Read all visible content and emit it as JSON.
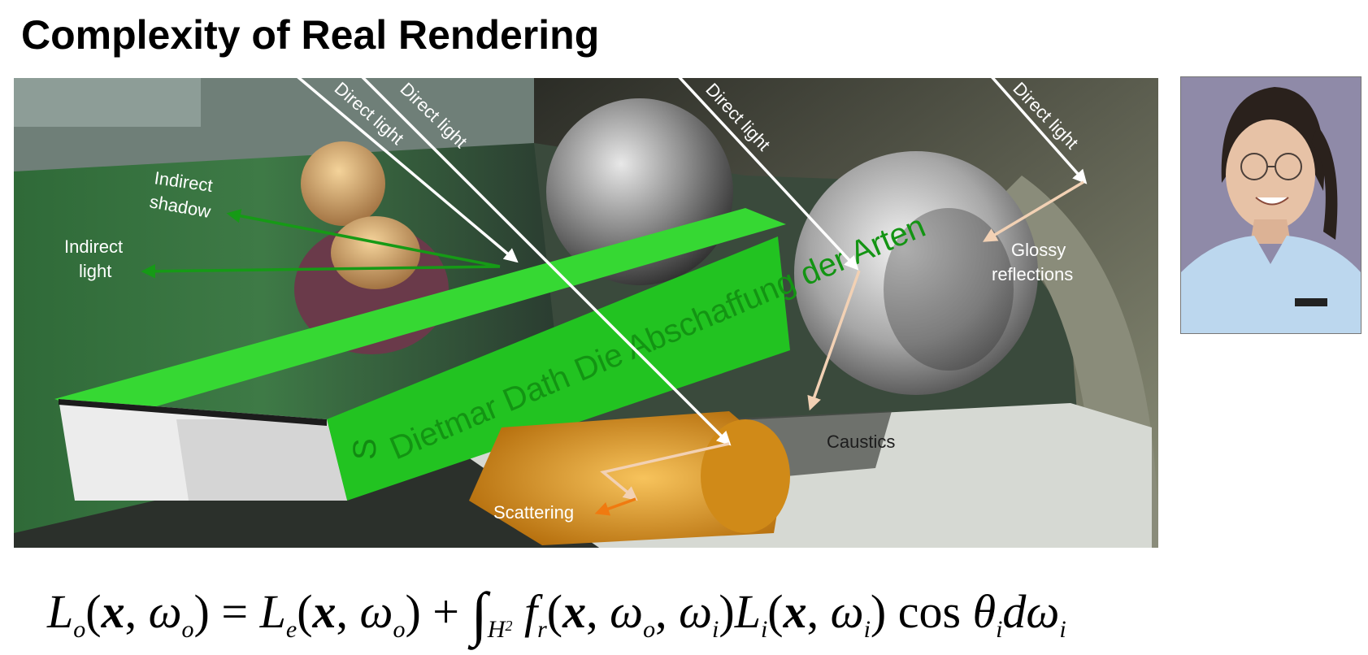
{
  "slide": {
    "title": "Complexity of Real Rendering"
  },
  "photo": {
    "labels": {
      "direct_light_1": "Direct light",
      "direct_light_2": "Direct light",
      "direct_light_3": "Direct light",
      "direct_light_4": "Direct light",
      "indirect_shadow_line1": "Indirect",
      "indirect_shadow_line2": "shadow",
      "indirect_light_line1": "Indirect",
      "indirect_light_line2": "light",
      "glossy_line1": "Glossy",
      "glossy_line2": "reflections",
      "caustics": "Caustics",
      "scattering": "Scattering"
    },
    "book_spine_text": "Dietmar Dath  Die Abschaffung der Arten",
    "book_spine_mark": "S"
  },
  "equation": {
    "lhs": "L_o(x, ω_o)",
    "rhs_emitted": "L_e(x, ω_o)",
    "rhs_integral": "∫_{H²} f_r(x, ω_o, ω_i) L_i(x, ω_i) cos θ_i dω_i"
  },
  "colors": {
    "direct_arrow": "#ffffff",
    "indirect_arrow": "#169a16",
    "glossy_arrow": "#f2d1b4",
    "scatter_arrow": "#f07a10",
    "book_green": "#22c321"
  }
}
